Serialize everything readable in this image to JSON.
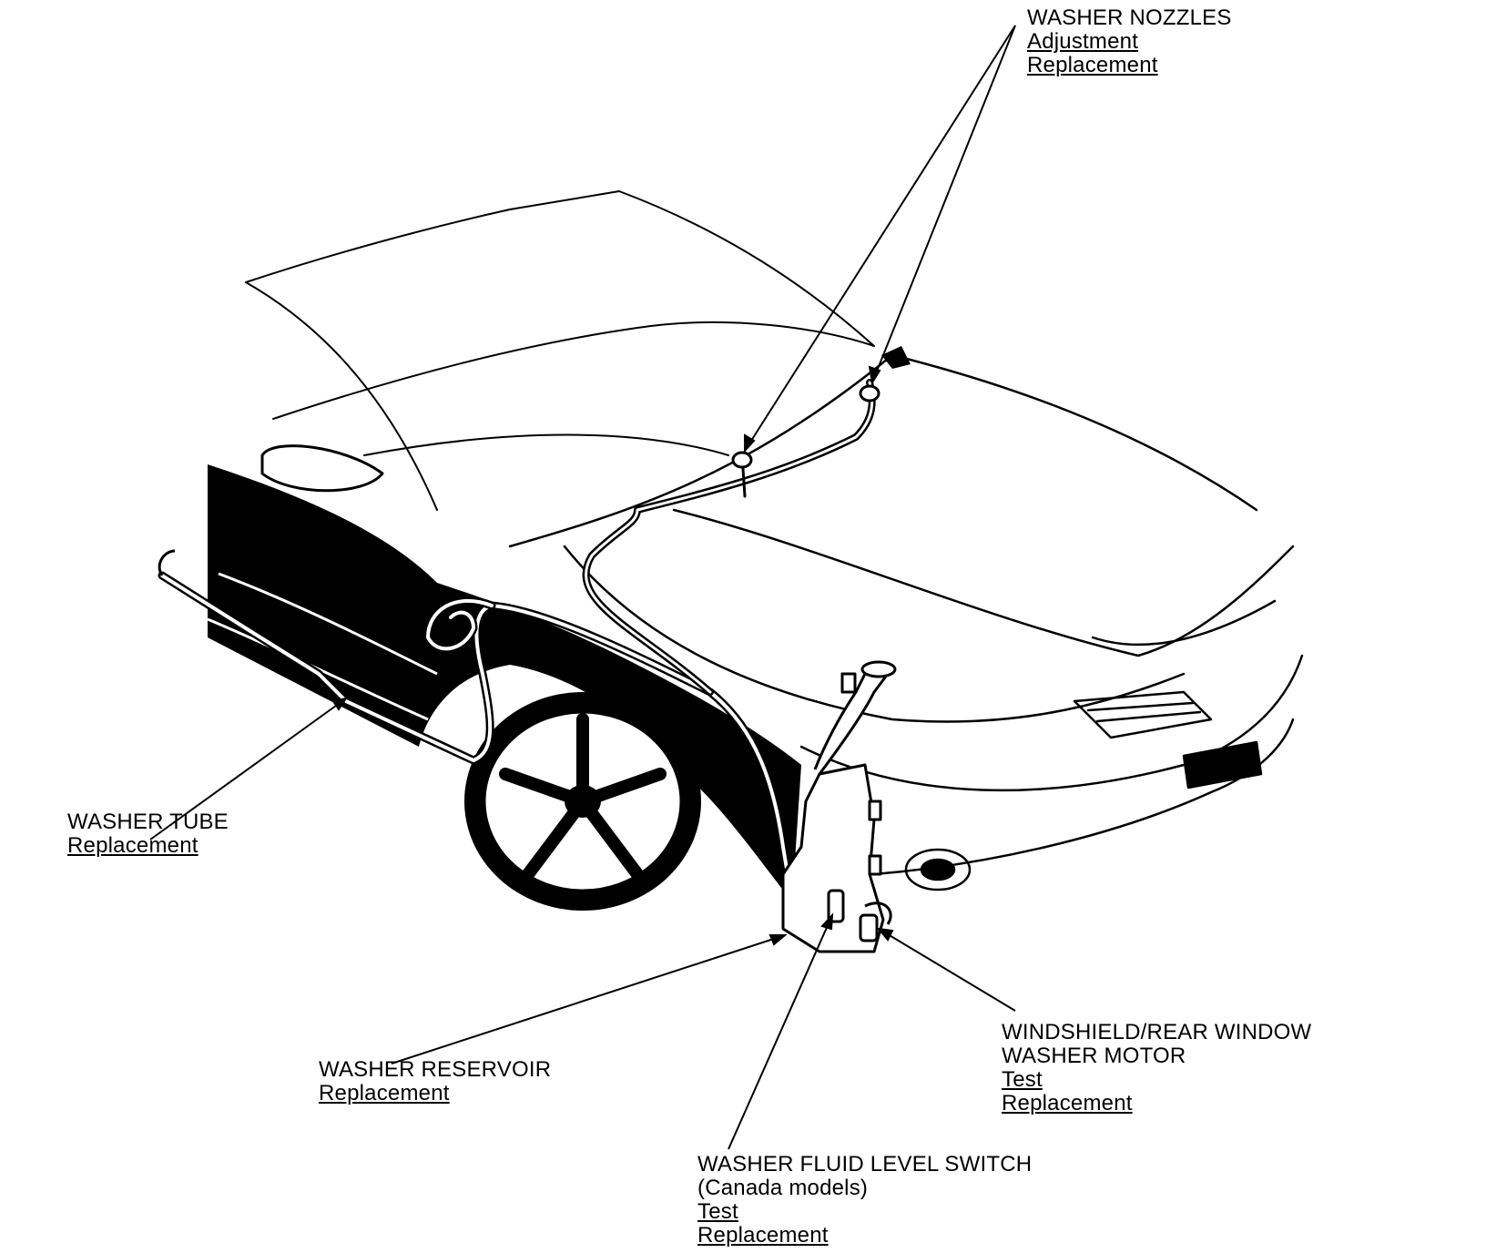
{
  "callouts": {
    "washer_nozzles": {
      "title": "WASHER NOZZLES",
      "links": [
        "Adjustment",
        "Replacement"
      ]
    },
    "washer_tube": {
      "title": "WASHER TUBE",
      "links": [
        "Replacement"
      ]
    },
    "washer_reservoir": {
      "title": "WASHER RESERVOIR",
      "links": [
        "Replacement"
      ]
    },
    "washer_motor": {
      "title_line1": "WINDSHIELD/REAR WINDOW",
      "title_line2": "WASHER MOTOR",
      "links": [
        "Test",
        "Replacement"
      ]
    },
    "fluid_level_switch": {
      "title": "WASHER FLUID LEVEL SWITCH",
      "note": "(Canada models)",
      "links": [
        "Test",
        "Replacement"
      ]
    }
  },
  "colors": {
    "ink": "#000000",
    "paper": "#ffffff"
  }
}
